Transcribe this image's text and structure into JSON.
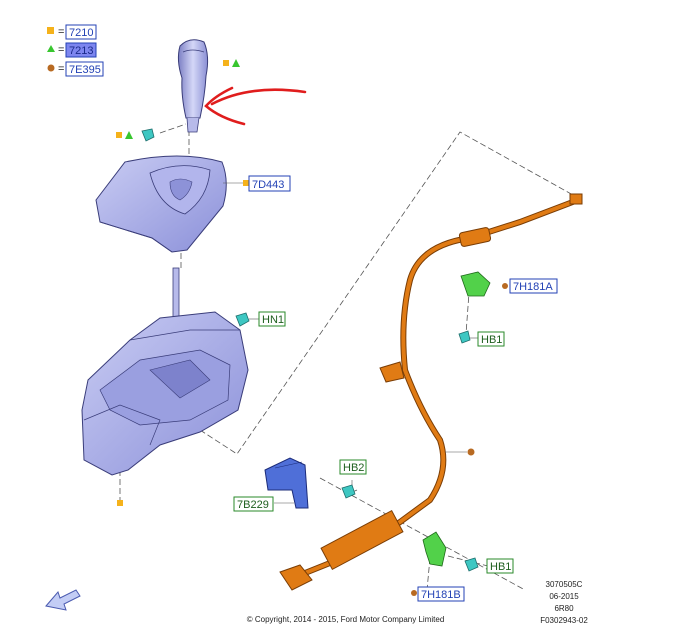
{
  "legend": [
    {
      "marker": "square",
      "color": "#f5b21b",
      "code": "7210"
    },
    {
      "marker": "triangle",
      "color": "#38c62f",
      "code": "7213"
    },
    {
      "marker": "circle",
      "color": "#b86a22",
      "code": "7E395"
    }
  ],
  "callouts": {
    "knob_part": "7D443",
    "bolt_hn1": "HN1",
    "bracket_top": "7H181A",
    "bolt_hb1_top": "HB1",
    "bolt_hb2": "HB2",
    "bracket_blue": "7B229",
    "bolt_hb1_bottom": "HB1",
    "bracket_bottom": "7H181B"
  },
  "meta": {
    "code1": "3070505C",
    "date": "06-2015",
    "model": "6R80",
    "figure": "F0302943-02"
  },
  "copyright": "© Copyright, 2014 - 2015, Ford Motor Company Limited",
  "colors": {
    "blue_label_border": "#2342b5",
    "green_label_border": "#2a8a2a",
    "part_purple": "#9fa4e6",
    "cable_orange": "#e07b14",
    "bracket_green": "#52d14a",
    "bolt_cyan": "#3ec7c2",
    "annotation_red": "#e01d1d"
  }
}
